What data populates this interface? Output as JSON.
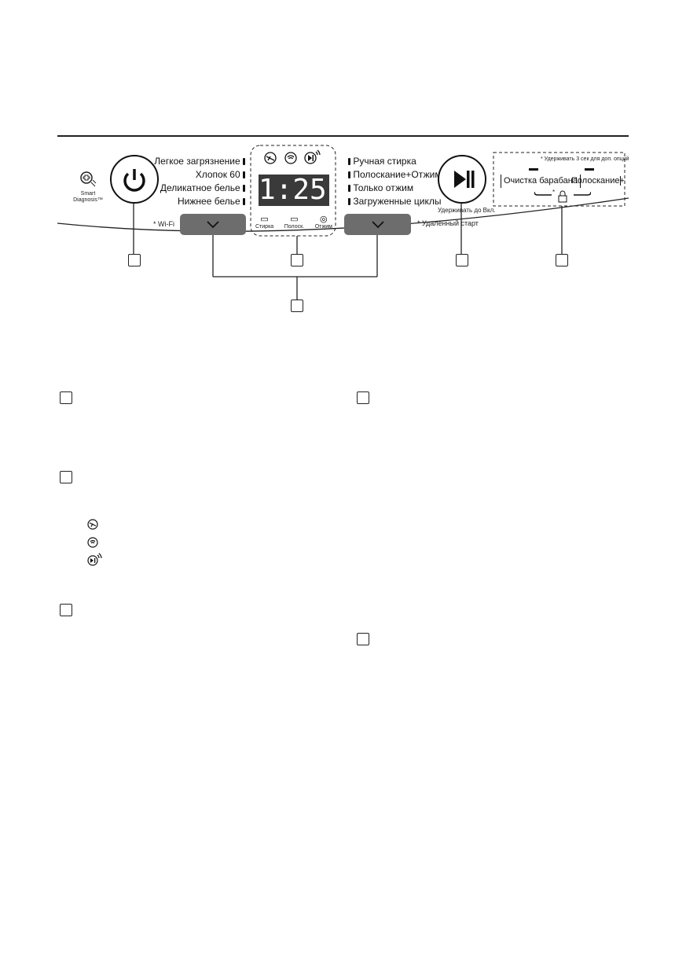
{
  "panel": {
    "smart_diagnosis": "Smart Diagnosis™",
    "left_programs": [
      "Легкое загрязнение",
      "Хлопок 60",
      "Деликатное белье",
      "Нижнее белье"
    ],
    "right_programs": [
      "Ручная стирка",
      "Полоскание+Отжим",
      "Только отжим",
      "Загруженные циклы"
    ],
    "wifi_label": "* Wi-Fi",
    "remote_start_label": "* Удаленный старт",
    "hold_on_label": "Удерживать до Вкл.",
    "display_time": "1:25",
    "display_status": [
      "Стирка",
      "Полоск.",
      "Отжим"
    ],
    "options_note": "* Удерживать 3 сек для доп. опций",
    "option_buttons": [
      "Очистка барабана",
      "Полоскание+"
    ],
    "lock_star": "*"
  },
  "colors": {
    "button_gray": "#6d6d6d",
    "display_bg": "#3a3a3a",
    "digit": "#ffffff"
  }
}
